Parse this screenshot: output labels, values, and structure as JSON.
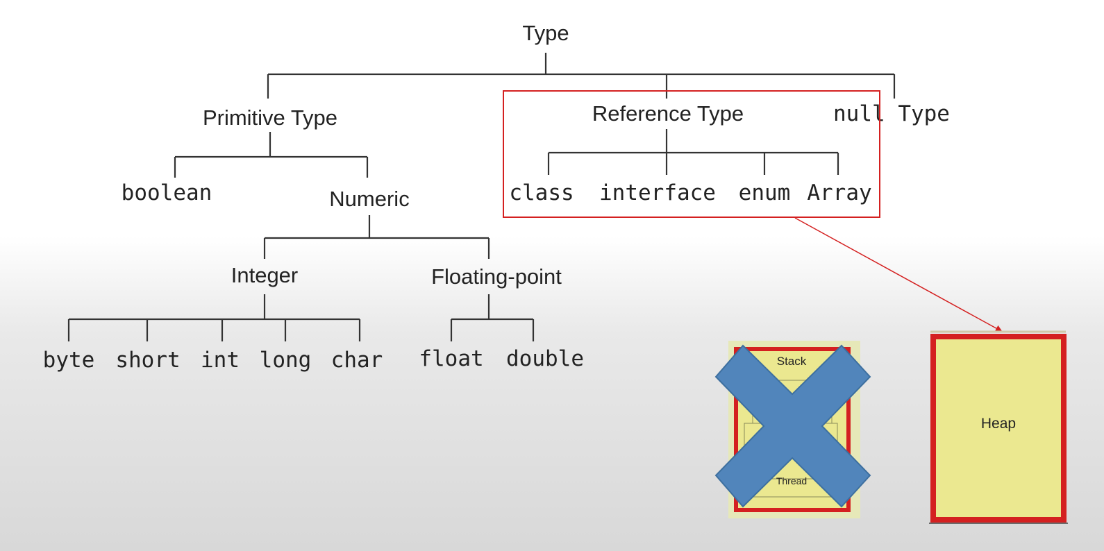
{
  "nodes": {
    "type": "Type",
    "primitive_type": "Primitive Type",
    "reference_type": "Reference Type",
    "null_type": "null Type",
    "boolean": "boolean",
    "numeric": "Numeric",
    "integer": "Integer",
    "floating_point": "Floating-point",
    "byte": "byte",
    "short": "short",
    "int": "int",
    "long": "long",
    "char": "char",
    "float": "float",
    "double": "double",
    "class": "class",
    "interface": "interface",
    "enum": "enum",
    "array": "Array"
  },
  "memory": {
    "stack_label": "Stack",
    "thread_label": "Thread",
    "heap_label": "Heap"
  },
  "colors": {
    "highlight_red": "#d42020",
    "box_yellow": "#ebe890",
    "box_outer_yellow": "#e6e8b8",
    "cross_blue": "#5185bb"
  }
}
